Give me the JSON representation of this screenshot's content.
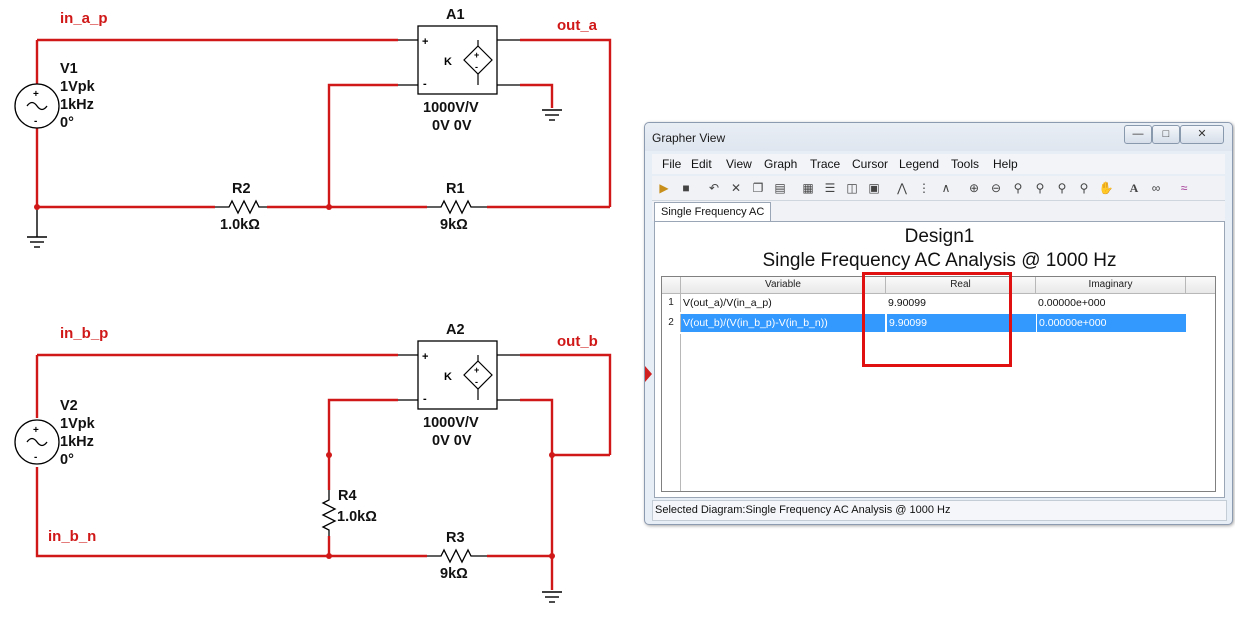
{
  "schematic": {
    "net_labels": {
      "in_a_p": "in_a_p",
      "out_a": "out_a",
      "in_b_p": "in_b_p",
      "out_b": "out_b",
      "in_b_n": "in_b_n"
    },
    "v1": {
      "name": "V1",
      "amp": "1Vpk",
      "freq": "1kHz",
      "phase": "0°"
    },
    "v2": {
      "name": "V2",
      "amp": "1Vpk",
      "freq": "1kHz",
      "phase": "0°"
    },
    "a1": {
      "name": "A1",
      "gain": "1000V/V",
      "offset": "0V 0V",
      "k": "K",
      "plus": "+",
      "minus": "-"
    },
    "a2": {
      "name": "A2",
      "gain": "1000V/V",
      "offset": "0V 0V",
      "k": "K",
      "plus": "+",
      "minus": "-"
    },
    "r1": {
      "name": "R1",
      "value": "9kΩ"
    },
    "r2": {
      "name": "R2",
      "value": "1.0kΩ"
    },
    "r3": {
      "name": "R3",
      "value": "9kΩ"
    },
    "r4": {
      "name": "R4",
      "value": "1.0kΩ"
    },
    "wire_color": "#d01818"
  },
  "grapher": {
    "title": "Grapher View",
    "menu": [
      "File",
      "Edit",
      "View",
      "Graph",
      "Trace",
      "Cursor",
      "Legend",
      "Tools",
      "Help"
    ],
    "tab": "Single Frequency AC",
    "diagram_title": "Design1",
    "diagram_subtitle": "Single Frequency AC Analysis @ 1000 Hz",
    "columns": [
      "Variable",
      "Real",
      "Imaginary"
    ],
    "rows": [
      {
        "num": "1",
        "variable": "V(out_a)/V(in_a_p)",
        "real": "9.90099",
        "imag": "0.00000e+000"
      },
      {
        "num": "2",
        "variable": "V(out_b)/(V(in_b_p)-V(in_b_n))",
        "real": "9.90099",
        "imag": "0.00000e+000"
      }
    ],
    "selected_row": 2,
    "status": "Selected Diagram:Single Frequency AC Analysis @ 1000 Hz",
    "selection_color": "#3399ff",
    "highlight_color": "#e01010"
  }
}
